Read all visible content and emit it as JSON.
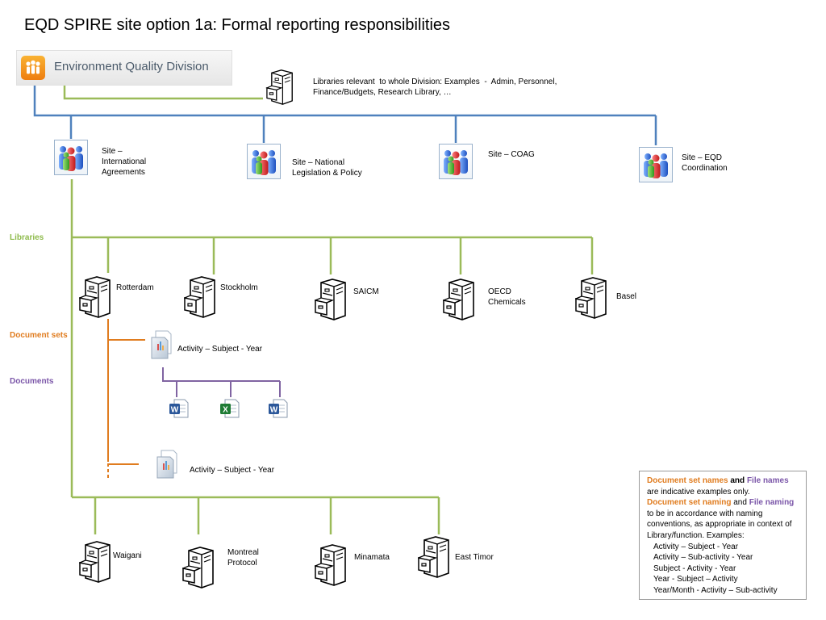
{
  "title": "EQD SPIRE site option 1a: Formal reporting responsibilities",
  "logo": {
    "text": "Environment Quality Division",
    "icon": "people-icon"
  },
  "division_libraries": "Libraries relevant  to whole Division: Examples  -  Admin, Personnel,\nFinance/Budgets, Research Library, …",
  "sites": [
    {
      "label": "Site –\nInternational\nAgreements"
    },
    {
      "label": "Site – National\nLegislation & Policy"
    },
    {
      "label": "Site – COAG"
    },
    {
      "label": "Site – EQD\nCoordination"
    }
  ],
  "side_labels": {
    "libraries": "Libraries",
    "document_sets": "Document sets",
    "documents": "Documents"
  },
  "libraries_row1": [
    {
      "label": "Rotterdam"
    },
    {
      "label": "Stockholm"
    },
    {
      "label": "SAICM"
    },
    {
      "label": "OECD\nChemicals"
    },
    {
      "label": "Basel"
    }
  ],
  "libraries_row2": [
    {
      "label": "Waigani"
    },
    {
      "label": "Montreal\nProtocol"
    },
    {
      "label": "Minamata"
    },
    {
      "label": "East Timor"
    }
  ],
  "document_sets": [
    {
      "label": "Activity – Subject - Year"
    },
    {
      "label": "Activity – Subject - Year"
    }
  ],
  "documents": [
    {
      "type": "word-doc-icon"
    },
    {
      "type": "excel-doc-icon"
    },
    {
      "type": "word-doc-icon"
    }
  ],
  "note": {
    "docset_names": "Document set names",
    "and1": " and ",
    "file_names": "File names",
    "line1_rest": "are indicative examples only.",
    "docset_naming": "Document set naming",
    "and2": " and ",
    "file_naming": "File naming",
    "line2_rest": "to be in accordance with naming conventions, as appropriate in context of Library/function.  Examples:",
    "examples": [
      "Activity – Subject - Year",
      "Activity –  Sub-activity - Year",
      "Subject - Activity - Year",
      "Year  - Subject – Activity",
      "Year/Month -  Activity – Sub-activity"
    ]
  },
  "colors": {
    "site_line": "#4f81bd",
    "library_line": "#9bbb59",
    "docset_line": "#e07c1f",
    "doc_line": "#8064a2"
  }
}
